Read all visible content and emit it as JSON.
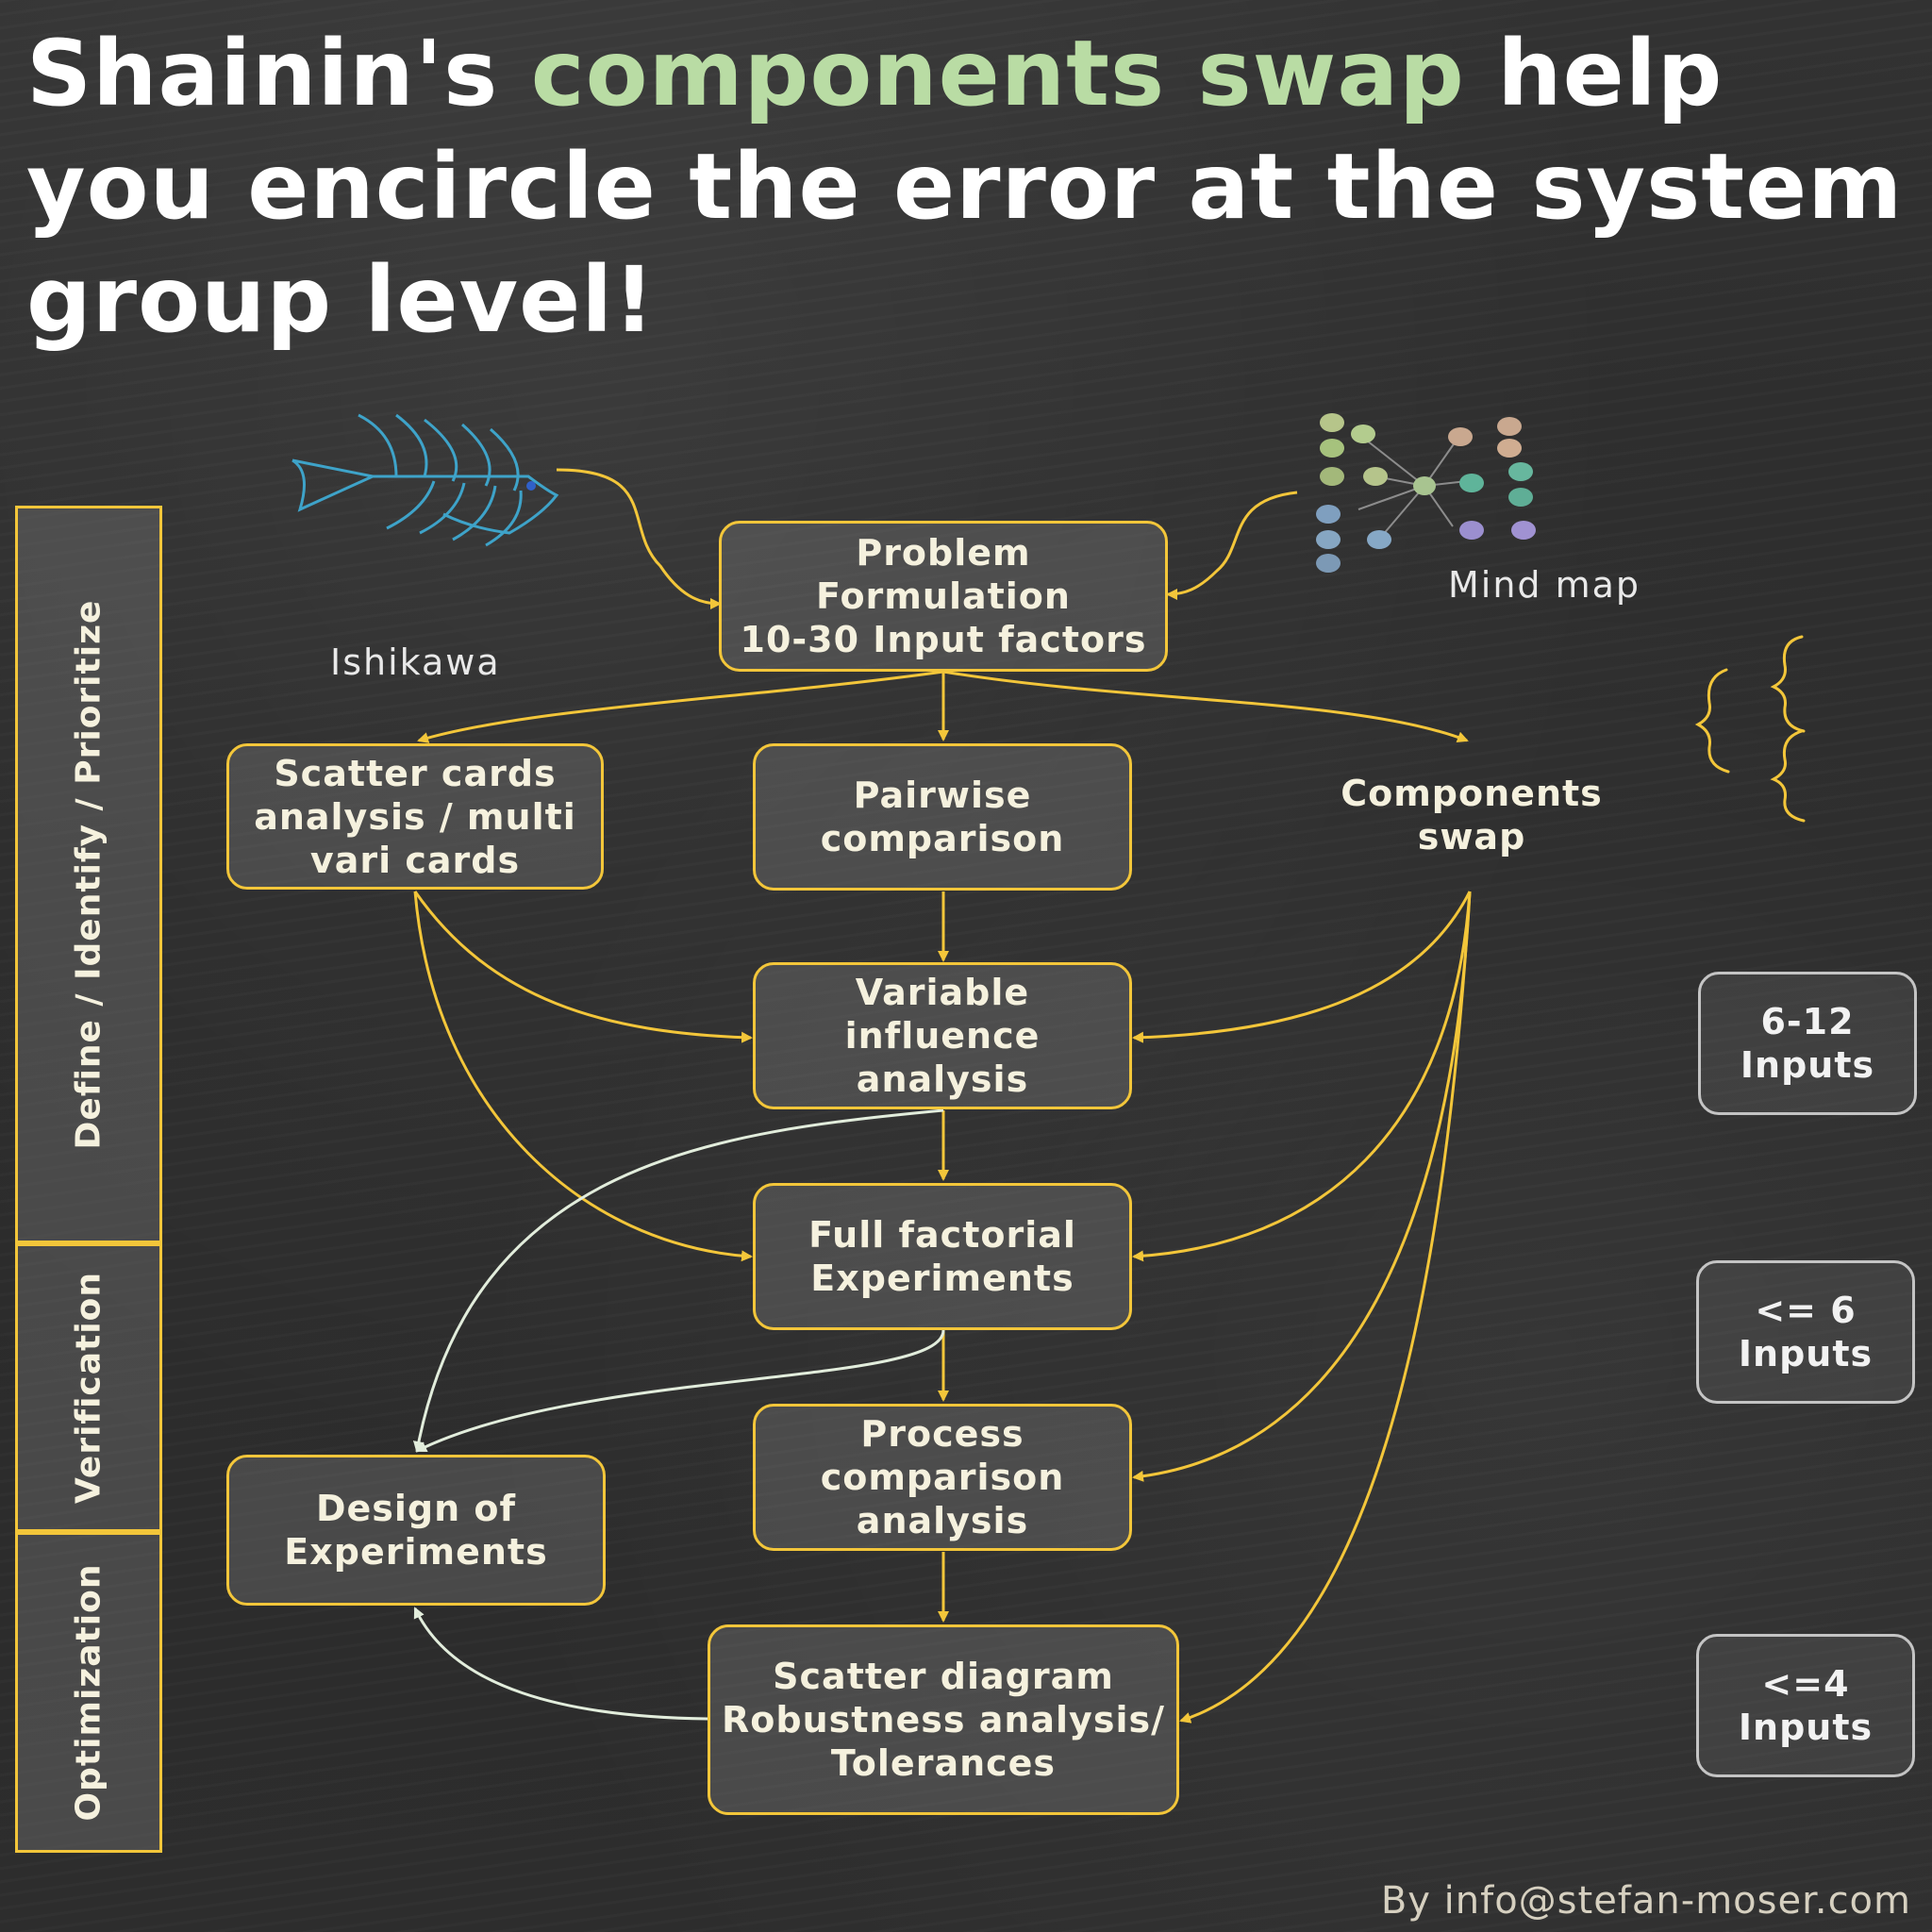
{
  "title": {
    "part1": "Shainin's",
    "accent": "components swap",
    "part2": "help you encircle the error at the system group level!"
  },
  "colors": {
    "accent_green": "#b9dca4",
    "arrow_yellow": "#f3c63a",
    "arrow_white": "#e2eddc",
    "board": "#2c2c2c"
  },
  "sketches": {
    "fishbone_label": "Ishikawa",
    "mindmap_label": "Mind map",
    "fishbone_icon": "fishbone-icon",
    "mindmap_icon": "mindmap-icon",
    "braces_icon": "braces-icon"
  },
  "nodes": {
    "problem": [
      "Problem",
      "Formulation",
      "10-30 Input factors"
    ],
    "scatter_cards": [
      "Scatter cards",
      "analysis / multi",
      "vari cards"
    ],
    "pairwise": [
      "Pairwise",
      "comparison"
    ],
    "components_swap": [
      "Components",
      "swap"
    ],
    "variable_influence": [
      "Variable",
      "influence",
      "analysis"
    ],
    "full_factorial": [
      "Full factorial",
      "Experiments"
    ],
    "process_comparison": [
      "Process",
      "comparison",
      "analysis"
    ],
    "design_of_experiments": [
      "Design of",
      "Experiments"
    ],
    "scatter_diagram": [
      "Scatter diagram",
      "Robustness analysis/",
      "Tolerances"
    ]
  },
  "inputs": {
    "first": [
      "6-12",
      "Inputs"
    ],
    "second": [
      "<= 6",
      "Inputs"
    ],
    "third": [
      "<=4",
      "Inputs"
    ]
  },
  "phases": {
    "define": "Define / Identify / Prioritize",
    "verification": "Verification",
    "optimization": "Optimization"
  },
  "credit": "By info@stefan-moser.com"
}
